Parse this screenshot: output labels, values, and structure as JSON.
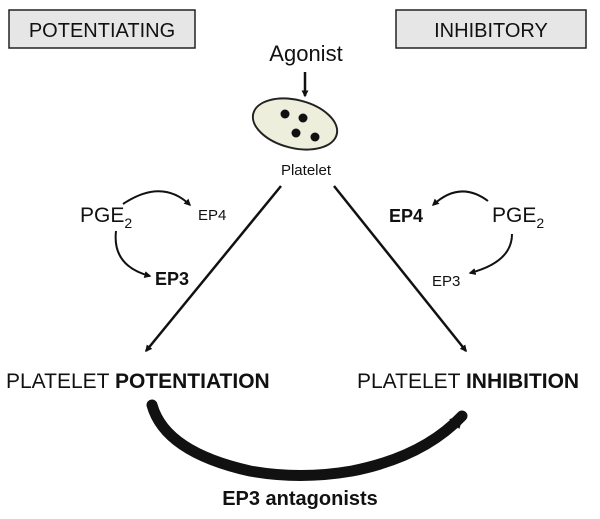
{
  "diagram": {
    "boxes": {
      "left": "POTENTIATING",
      "right": "INHIBITORY"
    },
    "agonist": "Agonist",
    "platelet": "Platelet",
    "left_pathway": {
      "pge2": "PGE",
      "pge2_subscript": "2",
      "ep4": "EP4",
      "ep3": "EP3"
    },
    "right_pathway": {
      "pge2": "PGE",
      "pge2_subscript": "2",
      "ep4": "EP4",
      "ep3": "EP3"
    },
    "outcomes": {
      "left_prefix": "PLATELET ",
      "left_bold": "POTENTIATION",
      "right_prefix": "PLATELET ",
      "right_bold": "INHIBITION"
    },
    "bottom_label": "EP3 antagonists"
  }
}
